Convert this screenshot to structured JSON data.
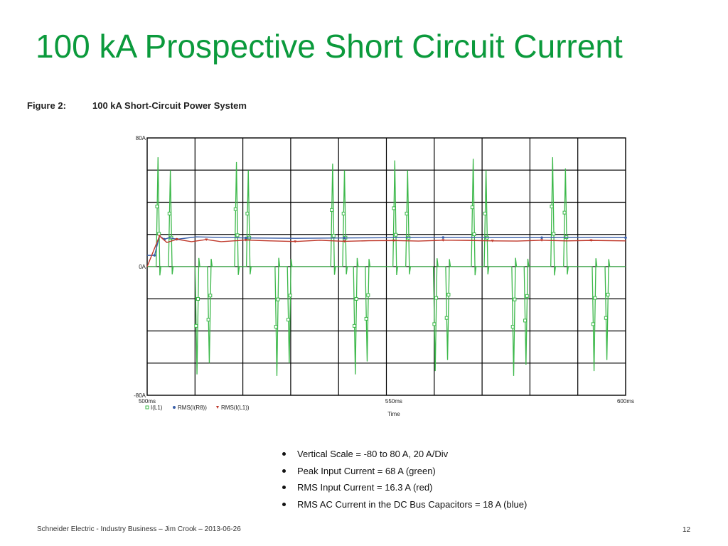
{
  "slide": {
    "title": "100 kA Prospective Short Circuit Current",
    "footer": "Schneider Electric - Industry Business – Jim Crook – 2013-06-26",
    "page_number": "12"
  },
  "figure": {
    "label": "Figure 2:",
    "caption": "100 kA Short-Circuit Power System"
  },
  "bullets": [
    "Vertical Scale = -80 to 80 A, 20 A/Div",
    "Peak Input Current = 68 A (green)",
    "RMS Input Current = 16.3 A (red)",
    "RMS AC Current in the DC Bus Capacitors = 18 A (blue)"
  ],
  "colors": {
    "title": "#0b9a3c",
    "green": "#3cb84a",
    "red": "#c0392b",
    "blue": "#3a5fa8",
    "grid": "#000000"
  },
  "chart_data": {
    "type": "line",
    "xlabel": "Time",
    "x_ticks": [
      {
        "value": 500,
        "label": "500ms"
      },
      {
        "value": 550,
        "label": "550ms"
      },
      {
        "value": 600,
        "label": "600ms"
      }
    ],
    "xlim": [
      500,
      597
    ],
    "ylim": [
      -80,
      80
    ],
    "y_ticks": [
      {
        "value": 80,
        "label": "80A"
      },
      {
        "value": 0,
        "label": "0A"
      },
      {
        "value": -80,
        "label": "-80A"
      }
    ],
    "grid": true,
    "legend": [
      {
        "marker": "square",
        "label": "I(L1)",
        "color": "#3cb84a"
      },
      {
        "marker": "circle",
        "label": "RMS(I(R8))",
        "color": "#3a5fa8"
      },
      {
        "marker": "triangle",
        "label": "RMS(I(L1))",
        "color": "#c0392b"
      }
    ],
    "series": [
      {
        "name": "I(L1)",
        "color": "#3cb84a",
        "pulses": [
          {
            "t": 502.2,
            "peak": 68
          },
          {
            "t": 504.7,
            "peak": 60
          },
          {
            "t": 510.1,
            "peak": -67
          },
          {
            "t": 512.6,
            "peak": -60
          },
          {
            "t": 518.1,
            "peak": 65
          },
          {
            "t": 520.5,
            "peak": 60
          },
          {
            "t": 526.3,
            "peak": -68
          },
          {
            "t": 528.8,
            "peak": -60
          },
          {
            "t": 537.6,
            "peak": 64
          },
          {
            "t": 540.0,
            "peak": 60
          },
          {
            "t": 542.2,
            "peak": -67
          },
          {
            "t": 544.6,
            "peak": -59
          },
          {
            "t": 550.2,
            "peak": 66
          },
          {
            "t": 552.8,
            "peak": 60
          },
          {
            "t": 558.4,
            "peak": -65
          },
          {
            "t": 560.9,
            "peak": -58
          },
          {
            "t": 566.1,
            "peak": 67
          },
          {
            "t": 568.7,
            "peak": 60
          },
          {
            "t": 574.3,
            "peak": -68
          },
          {
            "t": 576.8,
            "peak": -61
          },
          {
            "t": 582.2,
            "peak": 68
          },
          {
            "t": 584.8,
            "peak": 61
          },
          {
            "t": 590.6,
            "peak": -65
          },
          {
            "t": 593.2,
            "peak": -58
          }
        ]
      },
      {
        "name": "RMS(I(R8))",
        "color": "#3a5fa8",
        "x": [
          500,
          501.5,
          502.5,
          503.5,
          504.5,
          506,
          510,
          520,
          530,
          540,
          550,
          560,
          570,
          580,
          590,
          597
        ],
        "y": [
          7,
          7,
          19,
          17,
          18,
          17,
          18.5,
          17.8,
          17.6,
          17.8,
          18,
          18.1,
          18,
          18,
          18.1,
          18
        ]
      },
      {
        "name": "RMS(I(L1))",
        "color": "#c0392b",
        "x": [
          500,
          502.5,
          504,
          506,
          509,
          512,
          515,
          520,
          525,
          530,
          535,
          540,
          545,
          550,
          555,
          560,
          565,
          570,
          575,
          580,
          585,
          590,
          597
        ],
        "y": [
          0,
          19,
          15,
          17,
          15.5,
          16.8,
          15.5,
          16.5,
          16,
          15.6,
          16.4,
          15.7,
          16.1,
          16.2,
          15.9,
          16.4,
          16.3,
          16,
          15.9,
          16.4,
          16,
          16.3,
          16
        ]
      }
    ]
  }
}
